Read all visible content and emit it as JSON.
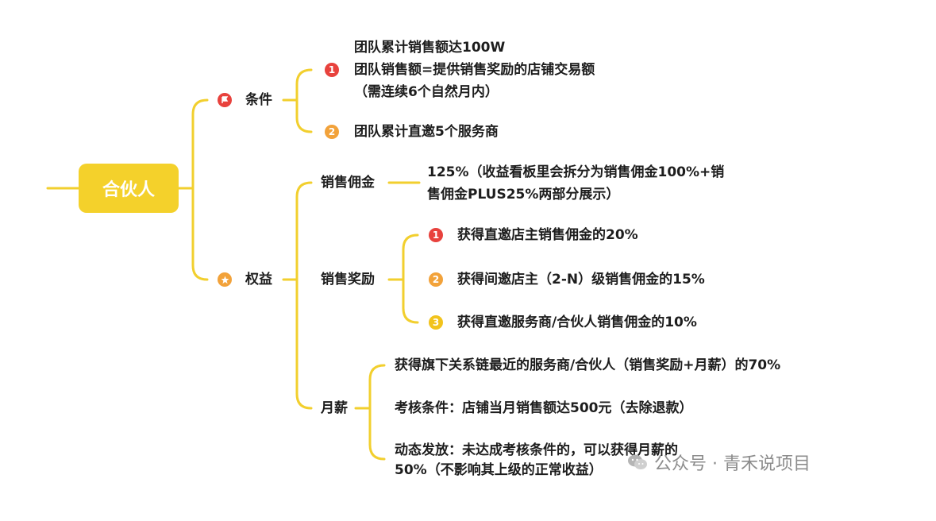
{
  "root": {
    "label": "合伙人"
  },
  "conditions": {
    "label": "条件",
    "icon": "flag-icon",
    "items": [
      {
        "badge": "1",
        "lines": [
          "团队累计销售额达100W",
          "团队销售额=提供销售奖励的店铺交易额",
          "（需连续6个自然月内）"
        ]
      },
      {
        "badge": "2",
        "lines": [
          "团队累计直邀5个服务商"
        ]
      }
    ]
  },
  "rights": {
    "label": "权益",
    "icon": "star-icon",
    "commission": {
      "label": "销售佣金",
      "lines": [
        "125%（收益看板里会拆分为销售佣金100%+销",
        "售佣金PLUS25%两部分展示）"
      ]
    },
    "reward": {
      "label": "销售奖励",
      "items": [
        {
          "badge": "1",
          "text": "获得直邀店主销售佣金的20%"
        },
        {
          "badge": "2",
          "text": "获得间邀店主（2-N）级销售佣金的15%"
        },
        {
          "badge": "3",
          "text": "获得直邀服务商/合伙人销售佣金的10%"
        }
      ]
    },
    "salary": {
      "label": "月薪",
      "items": [
        {
          "lines": [
            "获得旗下关系链最近的服务商/合伙人（销售奖励+月薪）的70%"
          ]
        },
        {
          "lines": [
            "考核条件：店铺当月销售额达500元（去除退款）"
          ]
        },
        {
          "lines": [
            "动态发放：未达成考核条件的，可以获得月薪的",
            "50%（不影响其上级的正常收益）"
          ]
        }
      ]
    }
  },
  "watermark": {
    "text": "公众号 · 青禾说项目"
  },
  "colors": {
    "connector": "#f2cf2e",
    "root": "#f4d12b",
    "badge_red": "#e8423d",
    "badge_orange": "#f2a23a",
    "badge_yellow": "#f2c31c"
  }
}
